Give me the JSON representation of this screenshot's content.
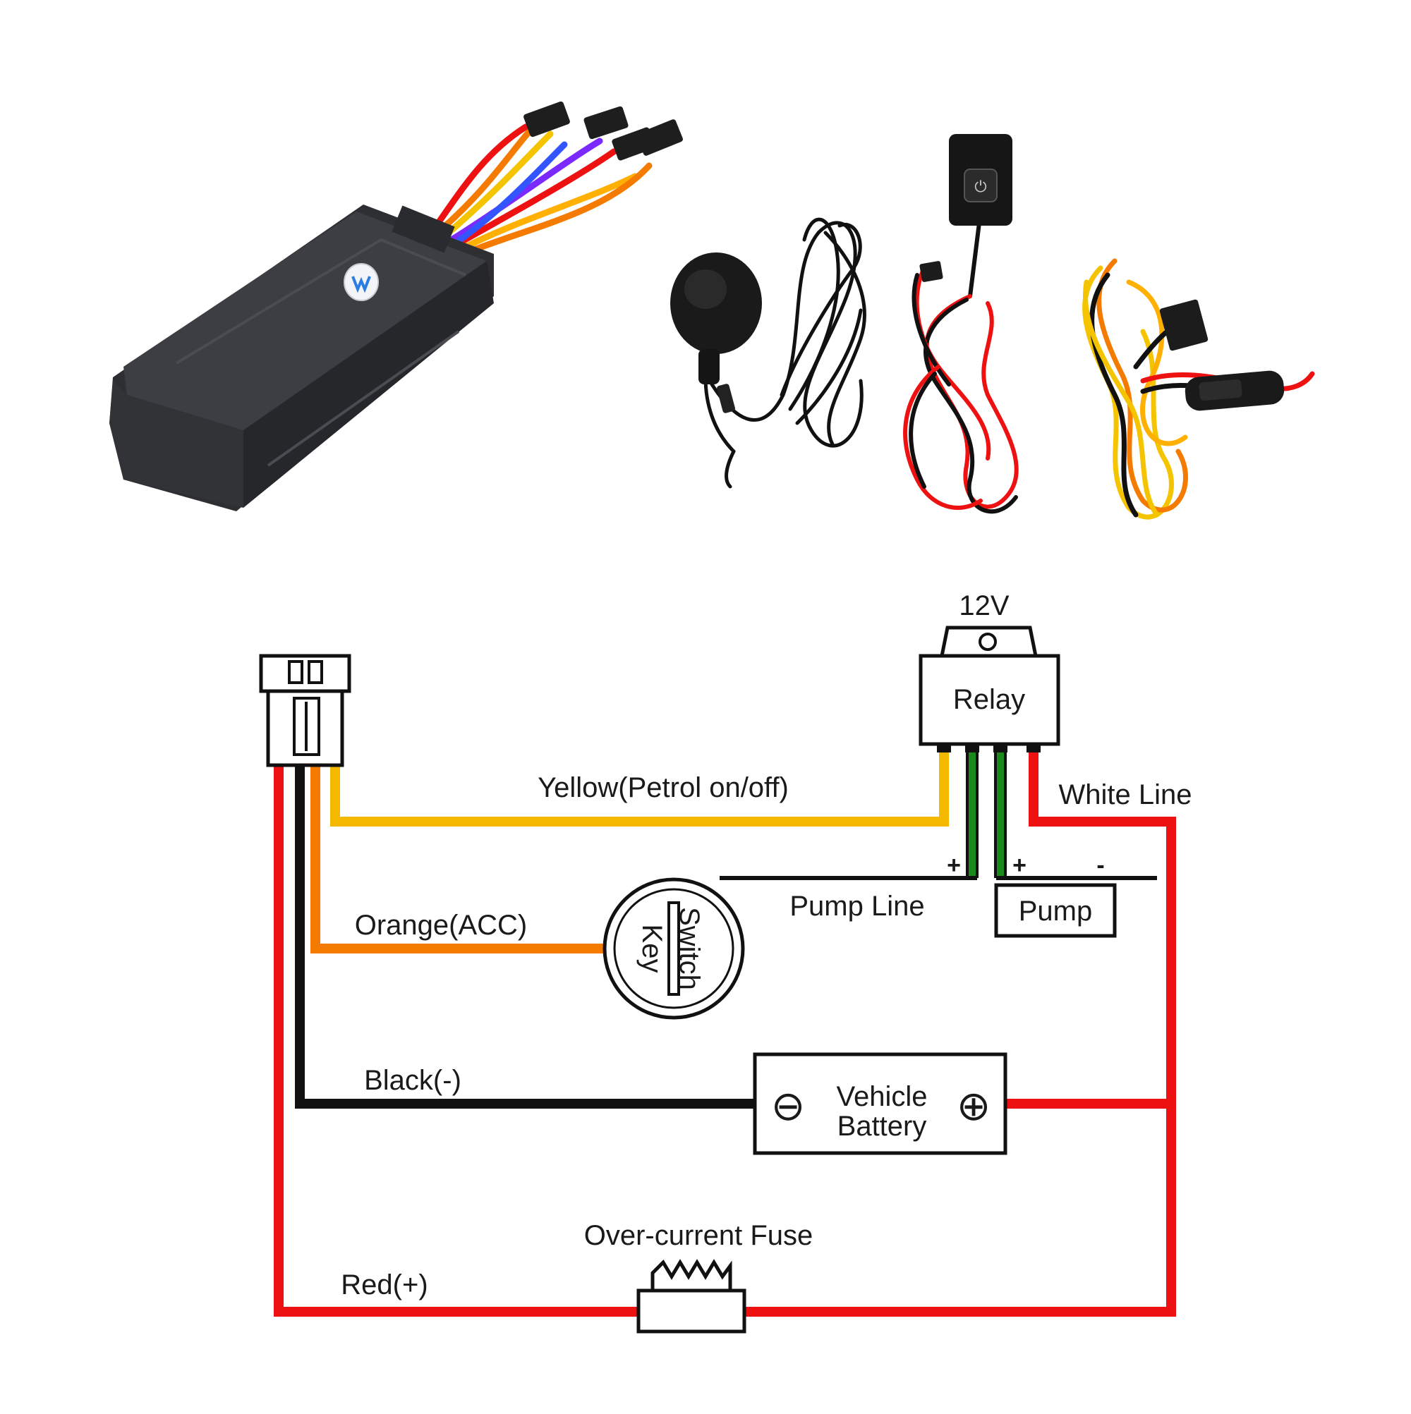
{
  "products": {
    "items": [
      {
        "name": "gps-tracker",
        "icon": "gps-tracker-device"
      },
      {
        "name": "microphone",
        "icon": "lavalier-microphone-with-cable"
      },
      {
        "name": "sos-button",
        "icon": "sos-panic-button-with-cable"
      },
      {
        "name": "power-harness",
        "icon": "wiring-harness-with-fuse"
      }
    ]
  },
  "diagram": {
    "relay": {
      "label": "Relay",
      "voltage": "12V"
    },
    "wires": {
      "yellow": {
        "label": "Yellow(Petrol on/off)",
        "color": "#f5b800"
      },
      "orange": {
        "label": "Orange(ACC)",
        "color": "#f57a00"
      },
      "black": {
        "label": "Black(-)",
        "color": "#111111"
      },
      "red": {
        "label": "Red(+)",
        "color": "#ee1111"
      },
      "white": {
        "label": "White Line"
      },
      "green": {
        "color": "#1a8a1a"
      }
    },
    "pump_line": {
      "label": "Pump Line",
      "plus": "+"
    },
    "pump": {
      "label": "Pump",
      "plus": "+",
      "minus": "-"
    },
    "key_switch": {
      "line1": "Switch",
      "line2": "Key"
    },
    "battery": {
      "line1": "Vehicle",
      "line2": "Battery",
      "neg": "⊖",
      "pos": "⊕"
    },
    "fuse": {
      "label": "Over-current Fuse"
    }
  }
}
